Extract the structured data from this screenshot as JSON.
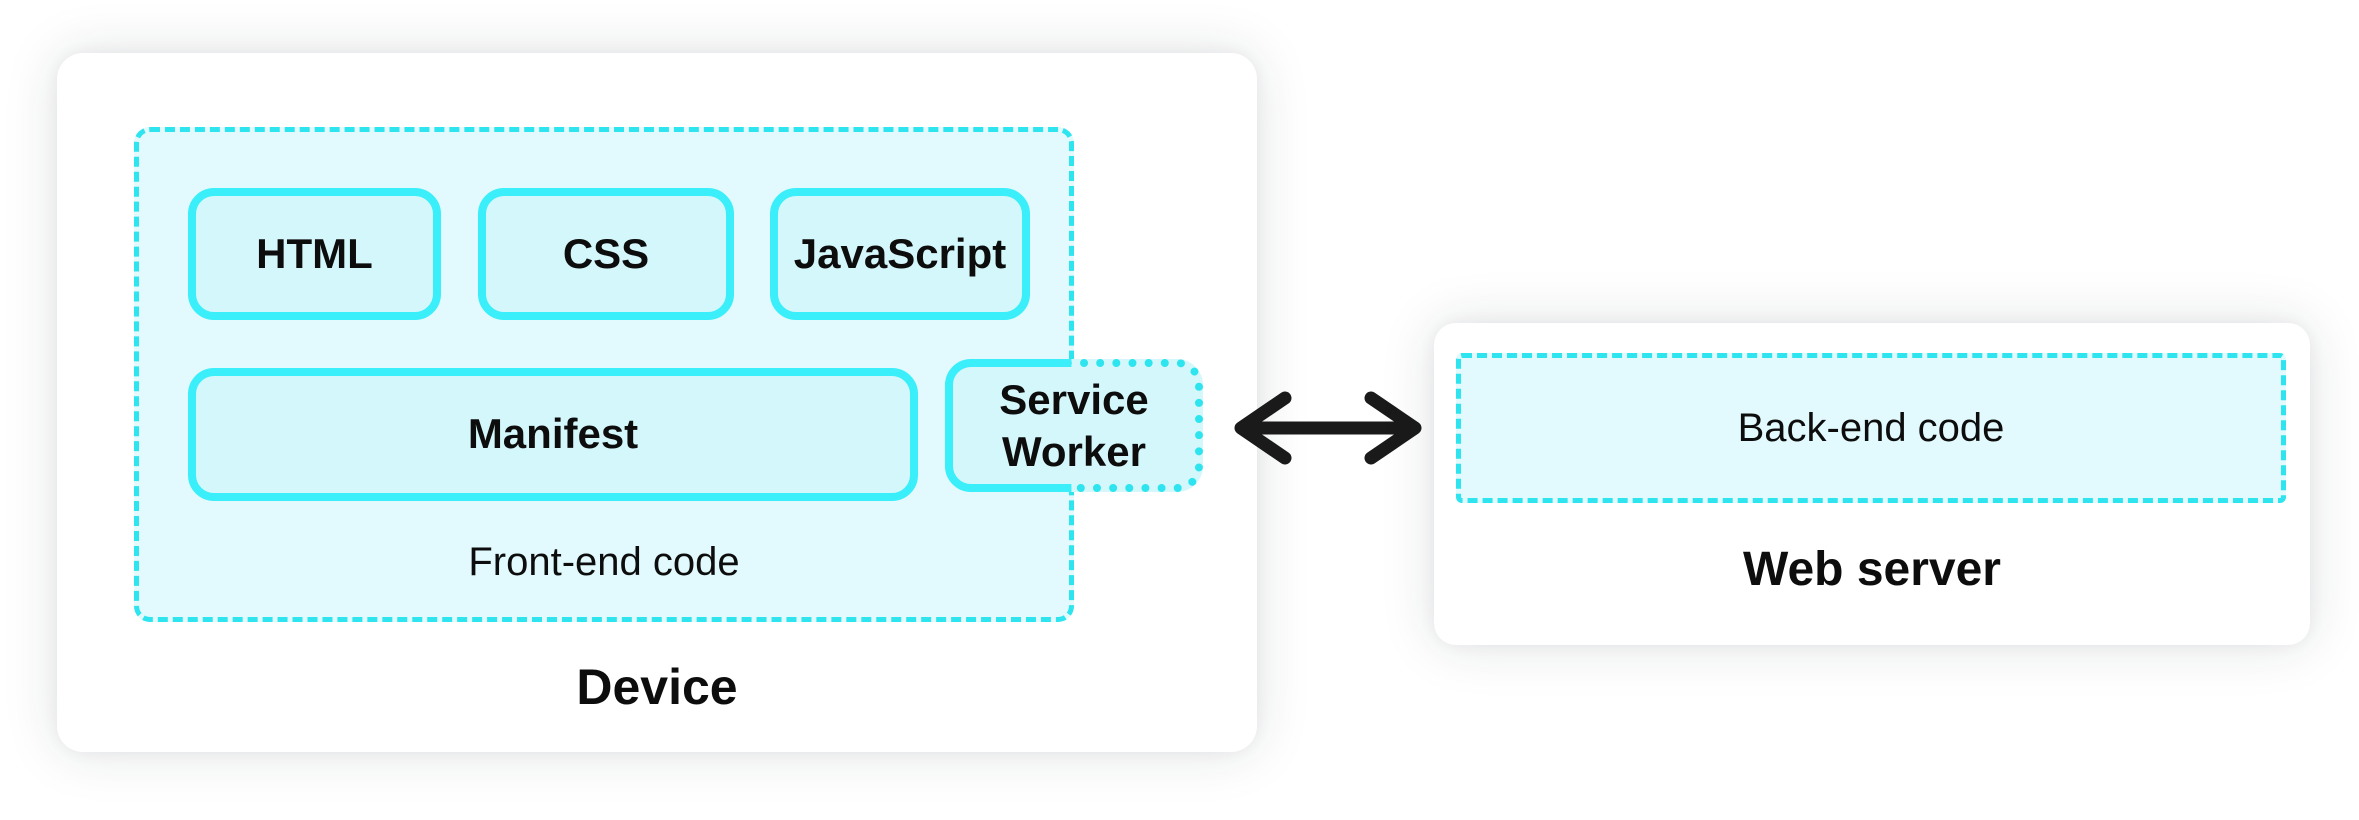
{
  "device": {
    "title": "Device",
    "frontend": {
      "label": "Front-end code",
      "code_boxes": [
        "HTML",
        "CSS",
        "JavaScript"
      ],
      "manifest_label": "Manifest",
      "service_worker_label": "Service Worker"
    }
  },
  "server": {
    "title": "Web server",
    "backend_label": "Back-end code"
  },
  "arrow": {
    "description": "double-headed horizontal arrow connecting Service Worker and Back-end code"
  },
  "colors": {
    "page_bg": "#ffffff",
    "card_bg": "#ffffff",
    "cyan_border": "#3aeefa",
    "cyan_dashed": "#2de4ef",
    "container_fill": "#e2fafd",
    "box_fill": "#d4f7fb",
    "arrow": "#1a1a1a",
    "text": "#0d0d0d"
  }
}
